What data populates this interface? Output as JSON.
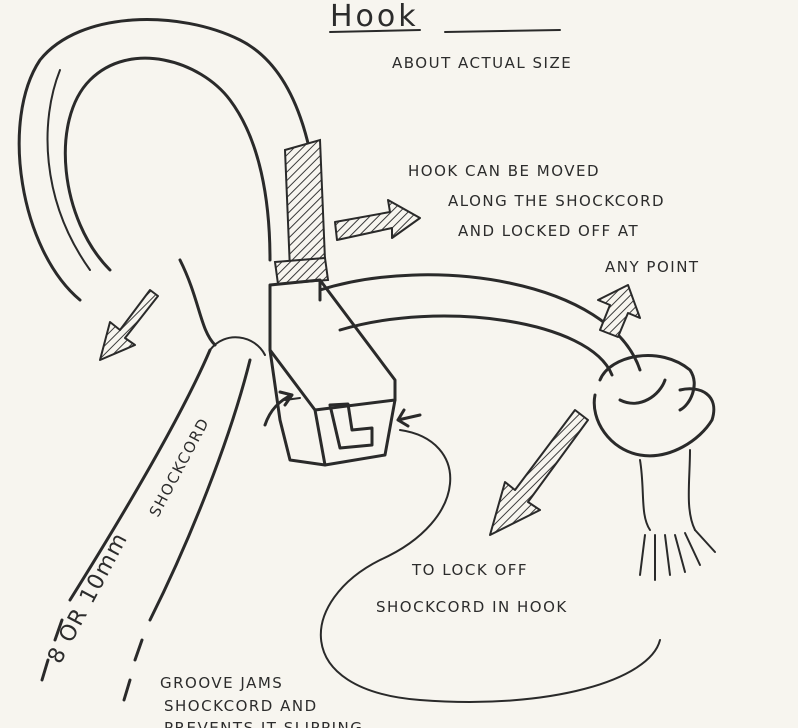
{
  "title": "Hook",
  "subtitle": "ABOUT ACTUAL SIZE",
  "annotations": {
    "move_line1": "HOOK CAN BE MOVED",
    "move_line2": "ALONG THE SHOCKCORD",
    "move_line3": "AND LOCKED OFF AT",
    "move_line4": "ANY POINT",
    "lock_line1": "TO LOCK OFF",
    "lock_line2": "SHOCKCORD IN HOOK",
    "groove_line1": "GROOVE JAMS",
    "groove_line2": "SHOCKCORD AND",
    "groove_line3": "PREVENTS IT SLIPPING",
    "cord_label": "SHOCKCORD",
    "cord_size": "8 OR 10mm"
  },
  "icons": [
    "hook-drawing",
    "shockcord-drawing",
    "knot-drawing",
    "arrow-icon"
  ]
}
